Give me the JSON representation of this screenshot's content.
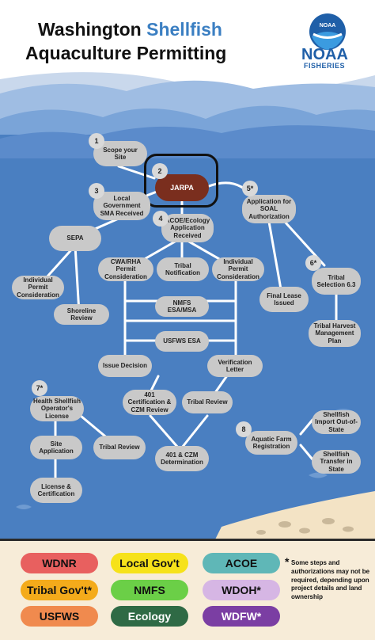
{
  "title": {
    "line1_prefix": "Washington ",
    "line1_accent": "Shellfish",
    "line2": "Aquaculture Permitting"
  },
  "logo": {
    "seal_text": "NOAA",
    "word1": "NOAA",
    "word2": "FISHERIES",
    "icon": "noaa-seal-icon"
  },
  "colors": {
    "accent": "#3b7fc2",
    "water": "#4a7fc1",
    "node": "#c9c9c9",
    "jarpa": "#7a2e1e",
    "sand": "#f3e3c5"
  },
  "steps": [
    {
      "badge": "1",
      "label": "Scope your Site"
    },
    {
      "badge": "2",
      "label": "JARPA"
    },
    {
      "badge": "3",
      "label": "Local Government SMA Received"
    },
    {
      "badge": "4",
      "label": "ACOE/Ecology Application Received"
    },
    {
      "badge": "5*",
      "label": "Application for SOAL Authorization"
    },
    {
      "badge": "6*",
      "label": "Tribal Selection 6.3"
    },
    {
      "badge": "7*",
      "label": "Health Shellfish Operator's License"
    },
    {
      "badge": "8",
      "label": "Aquatic Farm Registration"
    }
  ],
  "nodes": {
    "sepa": "SEPA",
    "individual_permit_left": "Individual Permit Consideration",
    "shoreline_review": "Shoreline Review",
    "cwa_rha": "CWA/RHA Permit Consideration",
    "tribal_notification": "Tribal Notification",
    "individual_permit_right": "Individual Permit Consideration",
    "nmfs_esa": "NMFS ESA/MSA",
    "usfws_esa": "USFWS ESA",
    "issue_decision": "Issue Decision",
    "verification_letter": "Verification Letter",
    "cert_401_czm_review": "401 Certification & CZM Review",
    "tribal_review_mid": "Tribal Review",
    "cert_401_czm_determination": "401 & CZM Determination",
    "final_lease": "Final Lease Issued",
    "tribal_harvest": "Tribal Harvest Management Plan",
    "site_application": "Site Application",
    "tribal_review_left": "Tribal Review",
    "license_cert": "License & Certification",
    "import": "Shellfish Import Out-of-State",
    "transfer": "Shellfish Transfer in State"
  },
  "legend": [
    {
      "label": "WDNR",
      "color": "#e8605f"
    },
    {
      "label": "Local Gov't",
      "color": "#f6e21a"
    },
    {
      "label": "ACOE",
      "color": "#5fb7b7"
    },
    {
      "label": "Tribal Gov't*",
      "color": "#f4ab1b"
    },
    {
      "label": "NMFS",
      "color": "#6bcf47"
    },
    {
      "label": "WDOH*",
      "color": "#d6b6e4"
    },
    {
      "label": "USFWS",
      "color": "#f08a4e"
    },
    {
      "label": "Ecology",
      "color": "#2f6a45",
      "text_color": "#ffffff"
    },
    {
      "label": "WDFW*",
      "color": "#7b3ea3",
      "text_color": "#ffffff"
    }
  ],
  "footnote": {
    "star": "*",
    "text": "Some steps and authorizations may not be required, depending upon project details and land ownership"
  }
}
